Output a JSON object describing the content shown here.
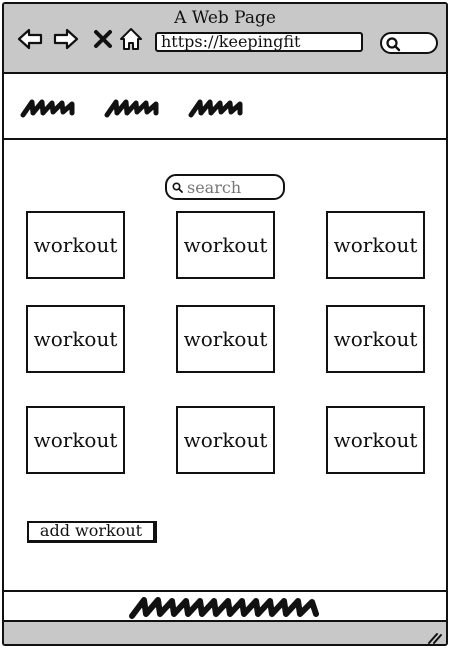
{
  "window": {
    "title": "A Web Page",
    "url": "https://keepingfit"
  },
  "icons": {
    "back": "arrow-left-icon",
    "forward": "arrow-right-icon",
    "stop": "close-icon",
    "home": "home-icon",
    "search": "search-icon",
    "resize": "resize-grip-icon"
  },
  "header": {
    "nav_items": [
      "scribble",
      "scribble",
      "scribble"
    ]
  },
  "main": {
    "search": {
      "placeholder": "search"
    },
    "workouts": [
      {
        "label": "workout"
      },
      {
        "label": "workout"
      },
      {
        "label": "workout"
      },
      {
        "label": "workout"
      },
      {
        "label": "workout"
      },
      {
        "label": "workout"
      },
      {
        "label": "workout"
      },
      {
        "label": "workout"
      },
      {
        "label": "workout"
      }
    ],
    "add_button_label": "add workout"
  },
  "colors": {
    "chrome": "#c8c8c8",
    "ink": "#111111",
    "page": "#ffffff"
  }
}
